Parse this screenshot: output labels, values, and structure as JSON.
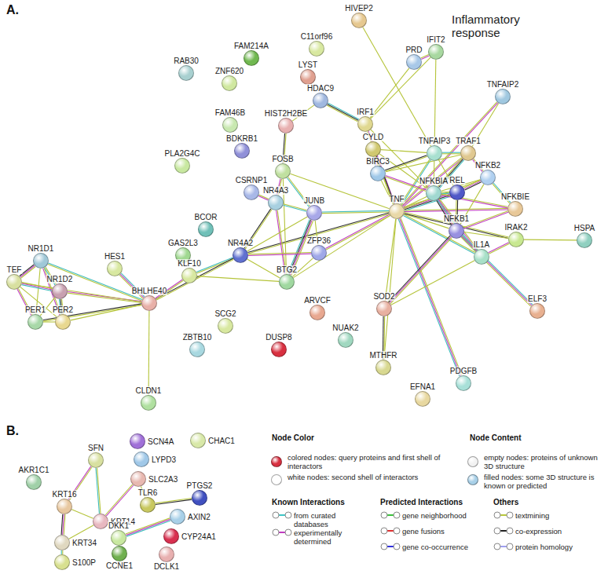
{
  "diagram": {
    "nodes": [
      {
        "text": [
          "Inflammatory response"
        ]
      },
      {
        "text": [
          "HIVEP2"
        ]
      },
      {
        "text": [
          "IFIT2"
        ],
        "in": 0
      },
      {
        "text": [
          "PRD"
        ],
        "in": 0
      },
      {
        "text": [
          "C11orf96"
        ]
      },
      {
        "text": [
          "RAB30"
        ]
      },
      {
        "text": [
          "FAM214A"
        ]
      },
      {
        "text": [
          "ZNF620"
        ]
      },
      {
        "text": [
          "LYST"
        ]
      },
      {
        "text": [
          "HDAC9"
        ]
      },
      {
        "text": [
          "IRF1"
        ],
        "in": 0
      },
      {
        "text": [
          "TNFAIP2"
        ],
        "in": 0
      },
      {
        "text": [
          "FAM46B"
        ]
      },
      {
        "text": [
          "HIST2H2BE"
        ]
      },
      {
        "text": [
          "BDKRB1"
        ]
      },
      {
        "text": [
          "CYLD"
        ],
        "in": 0
      },
      {
        "text": [
          "TNFAIP3"
        ],
        "in": 0
      },
      {
        "text": [
          "TRAF1"
        ],
        "in": 0
      },
      {
        "text": [
          "PLA2G4C"
        ]
      },
      {
        "text": [
          "FOSB"
        ]
      },
      {
        "text": [
          "BIRC3"
        ],
        "in": 0
      },
      {
        "text": [
          "NFKB2"
        ],
        "in": 0
      },
      {
        "text": [
          "NFKBIA"
        ],
        "in": 0
      },
      {
        "text": [
          "CSRNP1"
        ]
      },
      {
        "text": [
          "REL"
        ],
        "in": 0
      },
      {
        "text": [
          "NR4A3"
        ]
      },
      {
        "text": [
          "NFKBIE"
        ],
        "in": 0
      },
      {
        "text": [
          "JUNB"
        ]
      },
      {
        "text": [
          "TNF"
        ],
        "in": 0
      },
      {
        "text": [
          "BCOR"
        ]
      },
      {
        "text": [
          "NFKB1"
        ],
        "in": 0
      },
      {
        "text": [
          "IRAK2"
        ],
        "in": 0
      },
      {
        "text": [
          "HSPA"
        ]
      },
      {
        "text": [
          "ZFP36"
        ]
      },
      {
        "text": [
          "GAS2L3"
        ]
      },
      {
        "text": [
          "NR4A2"
        ]
      },
      {
        "text": [
          "IL1A"
        ],
        "in": 0
      },
      {
        "text": [
          "NR1D1"
        ]
      },
      {
        "text": [
          "HES1"
        ]
      },
      {
        "text": [
          "KLF10"
        ]
      },
      {
        "text": [
          "BTG2"
        ]
      },
      {
        "text": [
          "TEF"
        ]
      },
      {
        "text": [
          "NR1D2"
        ]
      },
      {
        "text": [
          "BHLHE40"
        ]
      },
      {
        "text": [
          "SOD2"
        ]
      },
      {
        "text": [
          "ARVCF"
        ]
      },
      {
        "text": [
          "ELF3"
        ]
      },
      {
        "text": [
          "PER1"
        ]
      },
      {
        "text": [
          "PER2"
        ]
      },
      {
        "text": [
          "SCG2"
        ]
      },
      {
        "text": [
          "NUAK2"
        ]
      },
      {
        "text": [
          "ZBTB10"
        ]
      },
      {
        "text": [
          "DUSP8"
        ]
      },
      {
        "text": [
          "MTHFR"
        ]
      },
      {
        "text": [
          "PDGFB"
        ]
      },
      {
        "text": [
          "EFNA1"
        ]
      },
      {
        "text": [
          "CLDN1"
        ]
      },
      {
        "text": [
          "SCN4A"
        ]
      },
      {
        "text": [
          "CHAC1"
        ]
      },
      {
        "text": [
          "LYPD3"
        ]
      },
      {
        "text": [
          "SFN"
        ]
      },
      {
        "text": [
          "SLC2A3"
        ]
      },
      {
        "text": [
          "AKR1C1"
        ]
      },
      {
        "text": [
          "PTGS2"
        ]
      },
      {
        "text": [
          "TLR6"
        ]
      },
      {
        "text": [
          "KRT16"
        ]
      },
      {
        "text": [
          "AXIN2"
        ]
      },
      {
        "text": [
          "KRT14"
        ]
      },
      {
        "text": [
          "DKK1"
        ]
      },
      {
        "text": [
          "CYP24A1"
        ]
      },
      {
        "text": [
          "KRT34"
        ]
      },
      {
        "text": [
          "DCLK1"
        ]
      },
      {
        "text": [
          "CCNE1"
        ]
      },
      {
        "text": [
          "S100P"
        ]
      }
    ],
    "edges": [
      {
        "from": 28,
        "to": 10,
        "arrow": "none"
      },
      {
        "from": 28,
        "to": 15,
        "arrow": "none"
      },
      {
        "from": 28,
        "to": 16,
        "arrow": "none"
      },
      {
        "from": 28,
        "to": 17,
        "arrow": "none"
      },
      {
        "from": 28,
        "to": 20,
        "arrow": "none"
      },
      {
        "from": 28,
        "to": 22,
        "arrow": "none"
      },
      {
        "from": 28,
        "to": 24,
        "arrow": "none"
      },
      {
        "from": 28,
        "to": 30,
        "arrow": "none"
      },
      {
        "from": 28,
        "to": 21,
        "arrow": "none"
      },
      {
        "from": 28,
        "to": 26,
        "arrow": "none"
      },
      {
        "from": 28,
        "to": 36,
        "arrow": "none"
      },
      {
        "from": 28,
        "to": 31,
        "arrow": "none"
      },
      {
        "from": 28,
        "to": 11,
        "arrow": "none"
      },
      {
        "from": 28,
        "to": 44,
        "arrow": "none"
      },
      {
        "from": 28,
        "to": 27,
        "arrow": "none"
      },
      {
        "from": 28,
        "to": 33,
        "arrow": "none"
      },
      {
        "from": 28,
        "to": 35,
        "arrow": "none"
      },
      {
        "from": 28,
        "to": 40,
        "arrow": "none"
      },
      {
        "from": 28,
        "to": 54,
        "arrow": "none"
      },
      {
        "from": 28,
        "to": 53,
        "arrow": "none"
      },
      {
        "from": 28,
        "to": 19,
        "arrow": "none"
      },
      {
        "from": 22,
        "to": 30,
        "arrow": "none"
      },
      {
        "from": 22,
        "to": 24,
        "arrow": "none"
      },
      {
        "from": 22,
        "to": 21,
        "arrow": "none"
      },
      {
        "from": 22,
        "to": 26,
        "arrow": "none"
      },
      {
        "from": 22,
        "to": 16,
        "arrow": "none"
      },
      {
        "from": 22,
        "to": 17,
        "arrow": "none"
      },
      {
        "from": 22,
        "to": 20,
        "arrow": "none"
      },
      {
        "from": 22,
        "to": 15,
        "arrow": "none"
      },
      {
        "from": 22,
        "to": 10,
        "arrow": "none"
      },
      {
        "from": 22,
        "to": 36,
        "arrow": "none"
      },
      {
        "from": 30,
        "to": 24,
        "arrow": "none"
      },
      {
        "from": 30,
        "to": 21,
        "arrow": "none"
      },
      {
        "from": 30,
        "to": 26,
        "arrow": "none"
      },
      {
        "from": 30,
        "to": 36,
        "arrow": "none"
      },
      {
        "from": 30,
        "to": 31,
        "arrow": "none"
      },
      {
        "from": 30,
        "to": 44,
        "arrow": "none"
      },
      {
        "from": 17,
        "to": 20,
        "arrow": "none"
      },
      {
        "from": 17,
        "to": 16,
        "arrow": "none"
      },
      {
        "from": 17,
        "to": 21,
        "arrow": "none"
      },
      {
        "from": 16,
        "to": 15,
        "arrow": "none"
      },
      {
        "from": 16,
        "to": 20,
        "arrow": "none"
      },
      {
        "from": 15,
        "to": 20,
        "arrow": "none"
      },
      {
        "from": 10,
        "to": 3,
        "arrow": "none"
      },
      {
        "from": 10,
        "to": 2,
        "arrow": "none"
      },
      {
        "from": 3,
        "to": 2,
        "arrow": "none"
      },
      {
        "from": 10,
        "to": 9,
        "arrow": "none"
      },
      {
        "from": 2,
        "to": 16,
        "arrow": "none"
      },
      {
        "from": 31,
        "to": 36,
        "arrow": "none"
      },
      {
        "from": 31,
        "to": 32,
        "arrow": "none"
      },
      {
        "from": 26,
        "to": 21,
        "arrow": "none"
      },
      {
        "from": 24,
        "to": 21,
        "arrow": "none"
      },
      {
        "from": 11,
        "to": 17,
        "arrow": "none"
      },
      {
        "from": 1,
        "to": 24,
        "arrow": "none"
      },
      {
        "from": 46,
        "to": 30,
        "arrow": "none"
      },
      {
        "from": 9,
        "to": 13,
        "arrow": "none"
      },
      {
        "from": 13,
        "to": 19,
        "arrow": "none"
      },
      {
        "from": 19,
        "to": 25,
        "arrow": "none"
      },
      {
        "from": 19,
        "to": 27,
        "arrow": "none"
      },
      {
        "from": 19,
        "to": 40,
        "arrow": "none"
      },
      {
        "from": 23,
        "to": 25,
        "arrow": "none"
      },
      {
        "from": 25,
        "to": 35,
        "arrow": "none"
      },
      {
        "from": 25,
        "to": 27,
        "arrow": "none"
      },
      {
        "from": 25,
        "to": 40,
        "arrow": "none"
      },
      {
        "from": 27,
        "to": 35,
        "arrow": "none"
      },
      {
        "from": 27,
        "to": 33,
        "arrow": "none"
      },
      {
        "from": 27,
        "to": 40,
        "arrow": "none"
      },
      {
        "from": 33,
        "to": 40,
        "arrow": "none"
      },
      {
        "from": 35,
        "to": 40,
        "arrow": "none"
      },
      {
        "from": 35,
        "to": 33,
        "arrow": "none"
      },
      {
        "from": 35,
        "to": 39,
        "arrow": "none"
      },
      {
        "from": 35,
        "to": 43,
        "arrow": "none"
      },
      {
        "from": 39,
        "to": 43,
        "arrow": "none"
      },
      {
        "from": 39,
        "to": 40,
        "arrow": "none"
      },
      {
        "from": 43,
        "to": 37,
        "arrow": "none"
      },
      {
        "from": 43,
        "to": 42,
        "arrow": "none"
      },
      {
        "from": 43,
        "to": 47,
        "arrow": "none"
      },
      {
        "from": 43,
        "to": 48,
        "arrow": "none"
      },
      {
        "from": 43,
        "to": 38,
        "arrow": "none"
      },
      {
        "from": 43,
        "to": 56,
        "arrow": "none"
      },
      {
        "from": 43,
        "to": 41,
        "arrow": "none"
      },
      {
        "from": 37,
        "to": 41,
        "arrow": "none"
      },
      {
        "from": 37,
        "to": 42,
        "arrow": "none"
      },
      {
        "from": 37,
        "to": 47,
        "arrow": "none"
      },
      {
        "from": 37,
        "to": 48,
        "arrow": "none"
      },
      {
        "from": 42,
        "to": 47,
        "arrow": "none"
      },
      {
        "from": 42,
        "to": 48,
        "arrow": "none"
      },
      {
        "from": 41,
        "to": 47,
        "arrow": "none"
      },
      {
        "from": 41,
        "to": 48,
        "arrow": "none"
      },
      {
        "from": 47,
        "to": 48,
        "arrow": "none"
      },
      {
        "from": 41,
        "to": 42,
        "arrow": "none"
      },
      {
        "from": 44,
        "to": 53,
        "arrow": "none"
      },
      {
        "from": 44,
        "to": 36,
        "arrow": "none"
      },
      {
        "from": 60,
        "to": 65,
        "arrow": "none"
      },
      {
        "from": 60,
        "to": 67,
        "arrow": "none"
      },
      {
        "from": 65,
        "to": 67,
        "arrow": "none"
      },
      {
        "from": 65,
        "to": 70,
        "arrow": "none"
      },
      {
        "from": 67,
        "to": 70,
        "arrow": "none"
      },
      {
        "from": 70,
        "to": 73,
        "arrow": "none"
      },
      {
        "from": 67,
        "to": 61,
        "arrow": "none"
      },
      {
        "from": 61,
        "to": 64,
        "arrow": "none"
      },
      {
        "from": 64,
        "to": 63,
        "arrow": "none"
      },
      {
        "from": 68,
        "to": 66,
        "arrow": "none"
      }
    ],
    "labels": [
      "A.",
      "B.",
      "Node Color",
      "Node Content",
      "Known Interactions",
      "Predicted Interactions",
      "Others"
    ],
    "legend": [
      {
        "text": "colored nodes: query proteins and first shell of interactors"
      },
      {
        "text": "white nodes: second shell of interactors"
      },
      {
        "text": "empty nodes: proteins of unknown 3D structure"
      },
      {
        "text": "filled nodes: some 3D structure is known or predicted"
      },
      {
        "text": "from curated databases"
      },
      {
        "text": "experimentally determined"
      },
      {
        "text": "gene neighborhood"
      },
      {
        "text": "gene fusions"
      },
      {
        "text": "gene co-occurrence"
      },
      {
        "text": "textmining"
      },
      {
        "text": "co-expression"
      },
      {
        "text": "protein homology"
      }
    ]
  }
}
